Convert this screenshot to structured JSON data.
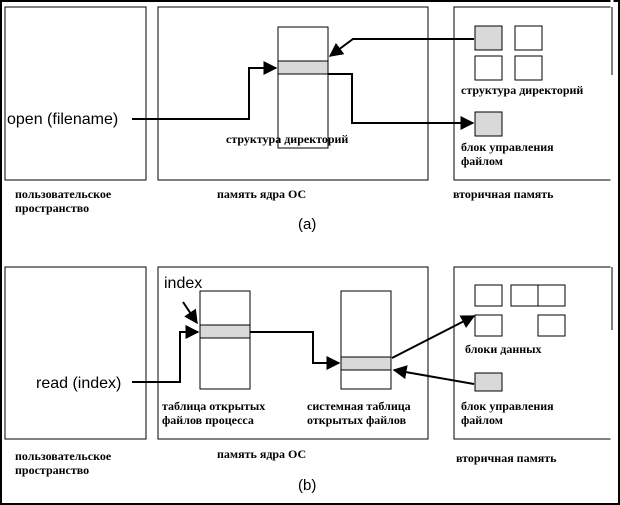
{
  "panel_a": {
    "open_label": "open (filename)",
    "kernel_dir_label": "структура директорий",
    "secondary_dir_label": "структура директорий",
    "fcb_label_line1": "блок управления",
    "fcb_label_line2": "файлом",
    "user_space_line1": "пользовательское",
    "user_space_line2": "пространство",
    "kernel_memory": "память ядра ОС",
    "secondary_memory": "вторичная память",
    "caption": "(a)"
  },
  "panel_b": {
    "index_label": "index",
    "read_label": "read (index)",
    "proc_table_line1": "таблица открытых",
    "proc_table_line2": "файлов процесса",
    "sys_table_line1": "системная таблица",
    "sys_table_line2": "открытых файлов",
    "data_blocks_label": "блоки данных",
    "fcb_label_line1": "блок управления",
    "fcb_label_line2": "файлом",
    "user_space_line1": "пользовательское",
    "user_space_line2": "пространство",
    "kernel_memory": "память ядра ОС",
    "secondary_memory": "вторичная память",
    "caption": "(b)"
  }
}
